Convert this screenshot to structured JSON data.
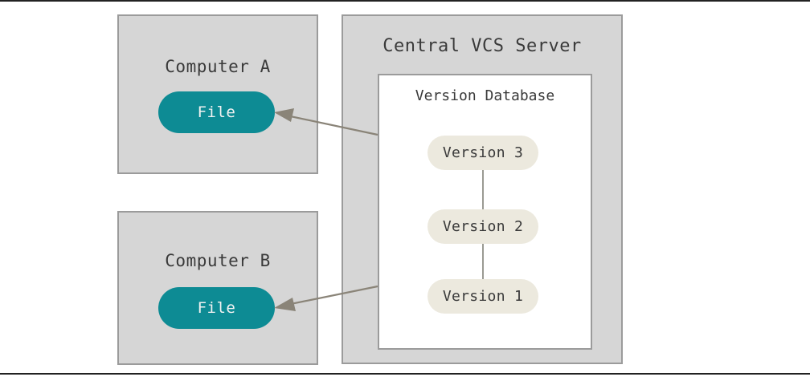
{
  "figure": {
    "type": "architecture-diagram",
    "description": "Centralized version control system: two client computers each hold a checked-out File, served by a Central VCS Server containing a Version Database.",
    "background_color": "#ffffff",
    "rules": {
      "top_rule_color": "#222222",
      "bottom_rule_color": "#222222"
    }
  },
  "panels": {
    "computer_a": {
      "title": "Computer A",
      "fill": "#d6d6d6",
      "border": "#9b9b9b",
      "file": {
        "label": "File",
        "fill": "#0d8b94",
        "text_color": "#f2f2f2"
      }
    },
    "computer_b": {
      "title": "Computer B",
      "fill": "#d6d6d6",
      "border": "#9b9b9b",
      "file": {
        "label": "File",
        "fill": "#0d8b94",
        "text_color": "#f2f2f2"
      }
    },
    "server": {
      "title": "Central VCS Server",
      "fill": "#d6d6d6",
      "border": "#9b9b9b",
      "database": {
        "title": "Version Database",
        "fill": "#ffffff",
        "border": "#9b9b9b",
        "versions": [
          {
            "label": "Version 3",
            "fill": "#ece9de"
          },
          {
            "label": "Version 2",
            "fill": "#ece9de"
          },
          {
            "label": "Version 1",
            "fill": "#ece9de"
          }
        ],
        "connector_color": "#9a9a93"
      }
    }
  },
  "arrows": [
    {
      "name": "server-to-computer-a",
      "from": "Version Database",
      "to": "Computer A File",
      "color": "#8a8478",
      "direction": "left"
    },
    {
      "name": "server-to-computer-b",
      "from": "Version Database",
      "to": "Computer B File",
      "color": "#8a8478",
      "direction": "left"
    }
  ]
}
